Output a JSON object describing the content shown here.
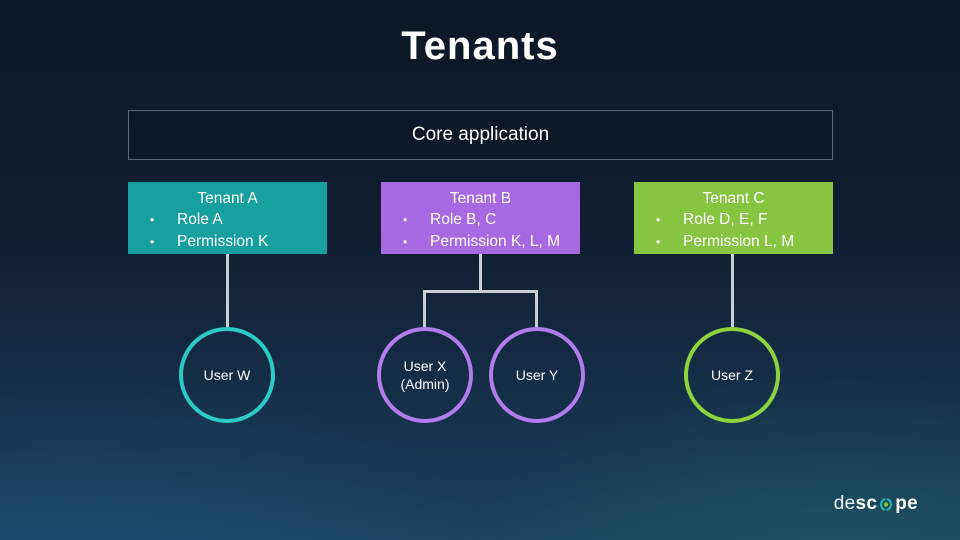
{
  "title": "Tenants",
  "core": {
    "label": "Core application"
  },
  "bullet_char": "•",
  "colors": {
    "tenant_a": "#18A09F",
    "tenant_b": "#A769E2",
    "tenant_c": "#87C441",
    "user_w_ring": "#2CC9C5",
    "user_xy_ring": "#B27CEC",
    "user_z_ring": "#8FD23F",
    "connector": "#C9CED3",
    "logo_teal": "#2BB7B0",
    "logo_green": "#8CC63F"
  },
  "tenants": [
    {
      "name": "Tenant A",
      "bullets": [
        "Role A",
        "Permission K"
      ]
    },
    {
      "name": "Tenant B",
      "bullets": [
        "Role B, C",
        "Permission K, L, M"
      ]
    },
    {
      "name": "Tenant C",
      "bullets": [
        "Role D, E, F",
        "Permission L, M"
      ]
    }
  ],
  "users": [
    {
      "lines": [
        "User W"
      ]
    },
    {
      "lines": [
        "User X",
        "(Admin)"
      ]
    },
    {
      "lines": [
        "User Y"
      ]
    },
    {
      "lines": [
        "User Z"
      ]
    }
  ],
  "logo": {
    "part1": "de",
    "part2": "sc",
    "part3": "pe"
  }
}
